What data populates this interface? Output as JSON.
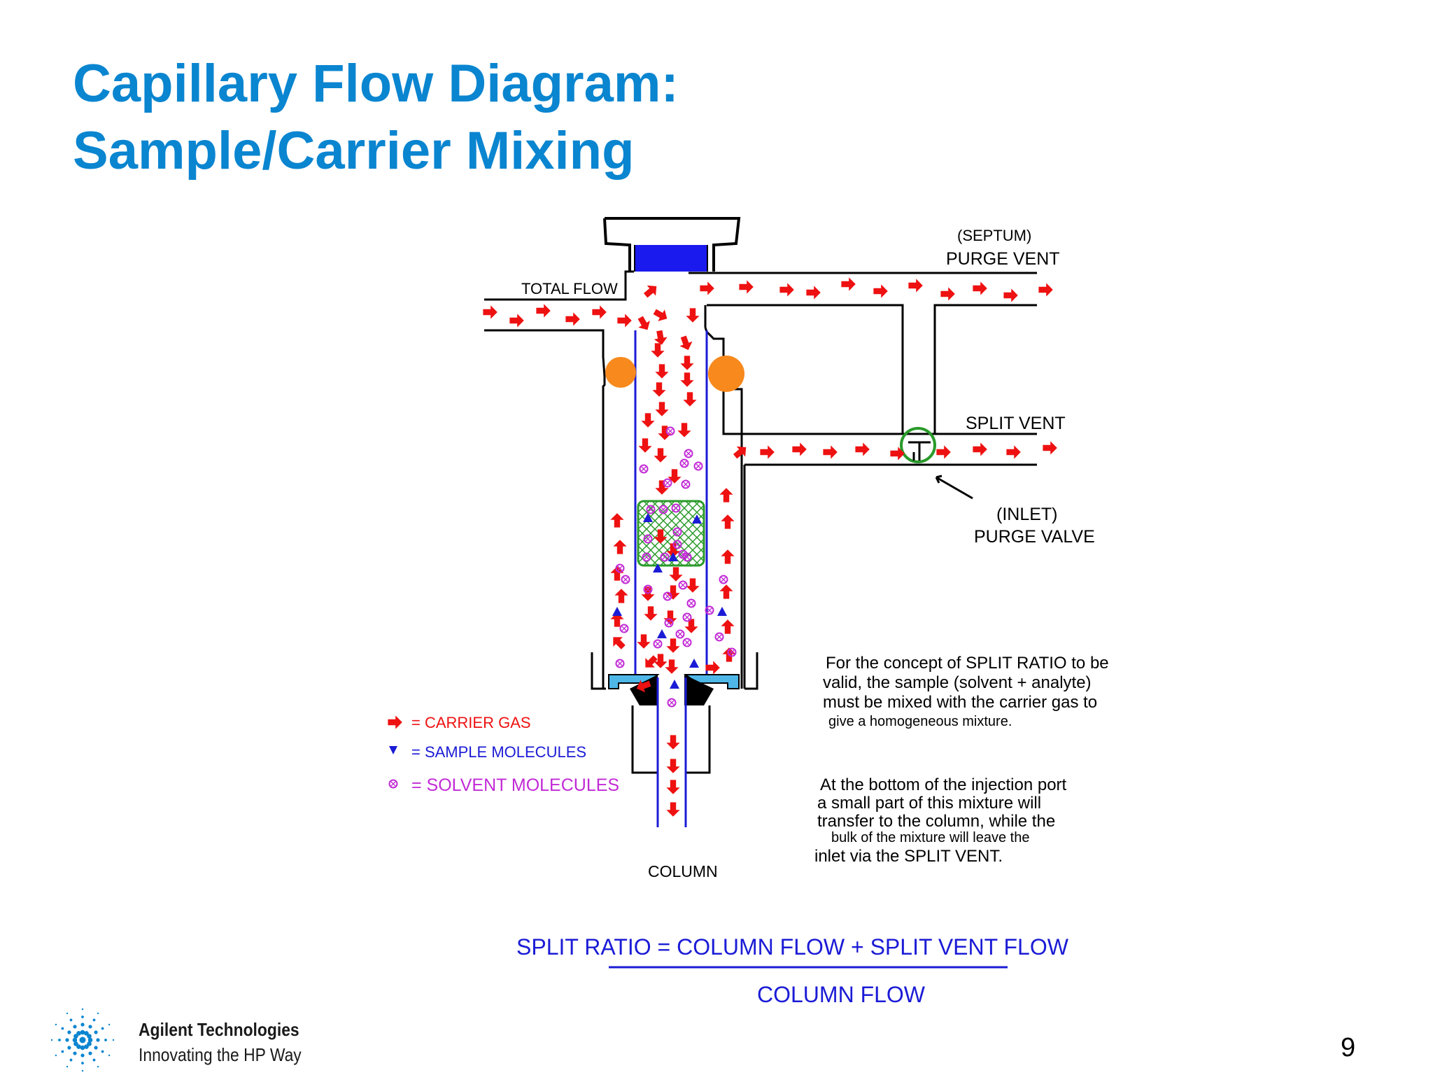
{
  "slide": {
    "title_line1": "Capillary Flow Diagram:",
    "title_line2": "Sample/Carrier Mixing",
    "page_number": "9"
  },
  "diagram": {
    "labels": {
      "septum": "(SEPTUM)",
      "purge_vent": "PURGE VENT",
      "total_flow": "TOTAL FLOW",
      "split_vent": "SPLIT VENT",
      "inlet": "(INLET)",
      "purge_valve": "PURGE VALVE",
      "column": "COLUMN"
    },
    "legend": {
      "carrier_gas": "= CARRIER GAS",
      "sample_molecules": "= SAMPLE MOLECULES",
      "solvent_molecules": "= SOLVENT MOLECULES"
    },
    "colors": {
      "carrier": "#ee1111",
      "sample": "#1b1bd6",
      "solvent": "#c22ad6",
      "title": "#0a85d0",
      "septum": "#1a1aee",
      "oring": "#f7891d",
      "valve": "#2a9a2a"
    }
  },
  "notes": {
    "para1": [
      "For the concept of SPLIT RATIO to be",
      "valid, the sample (solvent + analyte)",
      "must be mixed with the carrier gas to",
      "give a homogeneous mixture."
    ],
    "para2": [
      "At the bottom of the injection port",
      "a small part of this mixture will",
      "transfer to the column, while the",
      "bulk of the mixture will leave the",
      "inlet via the SPLIT VENT."
    ]
  },
  "formula": {
    "numerator": "SPLIT RATIO = COLUMN FLOW + SPLIT VENT FLOW",
    "denominator": "COLUMN FLOW"
  },
  "footer": {
    "company": "Agilent Technologies",
    "tagline": "Innovating the HP Way"
  }
}
